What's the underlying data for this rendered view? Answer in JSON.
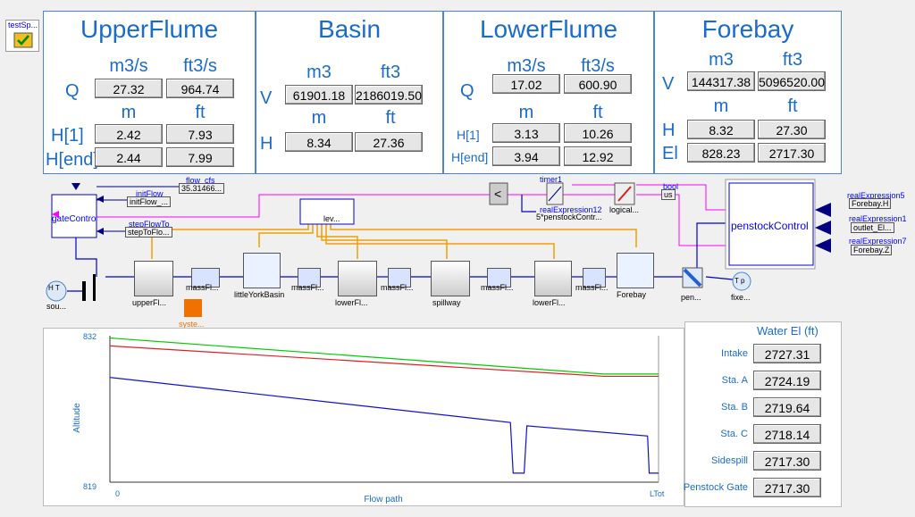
{
  "test_button": {
    "label": "testSp..."
  },
  "upper_flume": {
    "title": "UpperFlume",
    "unit1": "m3/s",
    "unit2": "ft3/s",
    "unit3": "m",
    "unit4": "ft",
    "q_label": "Q",
    "h1_label": "H[1]",
    "hend_label": "H[end]",
    "q_m3s": "27.32",
    "q_ft3s": "964.74",
    "h1_m": "2.42",
    "h1_ft": "7.93",
    "hend_m": "2.44",
    "hend_ft": "7.99"
  },
  "basin": {
    "title": "Basin",
    "unit1": "m3",
    "unit2": "ft3",
    "unit3": "m",
    "unit4": "ft",
    "v_label": "V",
    "h_label": "H",
    "v_m3": "61901.18",
    "v_ft3": "2186019.50",
    "h_m": "8.34",
    "h_ft": "27.36"
  },
  "lower_flume": {
    "title": "LowerFlume",
    "unit1": "m3/s",
    "unit2": "ft3/s",
    "unit3": "m",
    "unit4": "ft",
    "q_label": "Q",
    "h1_label": "H[1]",
    "hend_label": "H[end]",
    "q_m3s": "17.02",
    "q_ft3s": "600.90",
    "h1_m": "3.13",
    "h1_ft": "10.26",
    "hend_m": "3.94",
    "hend_ft": "12.92"
  },
  "forebay": {
    "title": "Forebay",
    "unit1": "m3",
    "unit2": "ft3",
    "unit3": "m",
    "unit4": "ft",
    "v_label": "V",
    "h_label": "H",
    "el_label": "El",
    "v_m3": "144317.38",
    "v_ft3": "5096520.00",
    "h_m": "8.32",
    "h_ft": "27.30",
    "el_m": "828.23",
    "el_ft": "2717.30"
  },
  "diagram": {
    "flow_cfs": "flow_cfs",
    "flow_cfs_val": "35.31466...",
    "init_flow": "initFlow",
    "init_flow_val": "initFlow_...",
    "gate_control": "gateContro",
    "step_flow": "stepFlowTo",
    "step_flow_val": "stepToFlo...",
    "timer": "timer1",
    "real_expr12": "realExpression12",
    "real_expr12_val": "5*penstockContr...",
    "logical": "logical...",
    "bool_label": "bool",
    "bool_val": "us",
    "lev_label": "lev...",
    "penstock_control": "penstockControl",
    "real_expr5": "realExpression5",
    "real_expr5_val": "Forebay.H",
    "real_expr1": "realExpression1",
    "real_expr1_val": "outlet_El...",
    "real_expr7": "realExpression7",
    "real_expr7_val": "Forebay.Z",
    "source": "sou...",
    "upper_fl": "upperFl...",
    "mass_fl1": "massFl...",
    "little_york": "littleYorkBasin",
    "mass_fl2": "massFl...",
    "lower_fl1": "lowerFl...",
    "mass_fl3": "massFl...",
    "spillway": "spillway",
    "mass_fl4": "massFl...",
    "lower_fl2": "lowerFl...",
    "mass_fl5": "massFl...",
    "forebay": "Forebay",
    "penstock": "pen...",
    "fixed": "fixe...",
    "system": "syste...",
    "ht_label": "H T",
    "tp_label": "T p"
  },
  "readouts": {
    "title": "Water El (ft)",
    "items": [
      {
        "label": "Intake",
        "value": "2727.31"
      },
      {
        "label": "Sta. A",
        "value": "2724.19"
      },
      {
        "label": "Sta. B",
        "value": "2719.64"
      },
      {
        "label": "Sta. C",
        "value": "2718.14"
      },
      {
        "label": "Sidespill",
        "value": "2717.30"
      },
      {
        "label": "Penstock Gate",
        "value": "2717.30"
      }
    ]
  },
  "chart_data": {
    "type": "line",
    "ylabel": "Altitude",
    "xlabel": "Flow path",
    "ylim": [
      819,
      832
    ],
    "ytick_top": "832",
    "ytick_bottom": "819",
    "xtick_left": "0",
    "xtick_right": "LTot",
    "colors": {
      "green": "#00cc00",
      "red": "#e02020",
      "blue": "#1010d0"
    },
    "series": [
      {
        "color": "green",
        "points": [
          [
            0,
            831.8
          ],
          [
            0.9,
            828.6
          ],
          [
            1.0,
            828.6
          ]
        ]
      },
      {
        "color": "red",
        "points": [
          [
            0,
            831.1
          ],
          [
            0.9,
            828.4
          ],
          [
            1.0,
            828.4
          ]
        ]
      },
      {
        "color": "blue",
        "points": [
          [
            0,
            828.3
          ],
          [
            0.73,
            824.3
          ],
          [
            0.735,
            819.8
          ],
          [
            0.755,
            819.8
          ],
          [
            0.76,
            824.0
          ],
          [
            0.98,
            823.1
          ],
          [
            0.983,
            819.8
          ],
          [
            1.0,
            819.8
          ]
        ]
      }
    ]
  }
}
